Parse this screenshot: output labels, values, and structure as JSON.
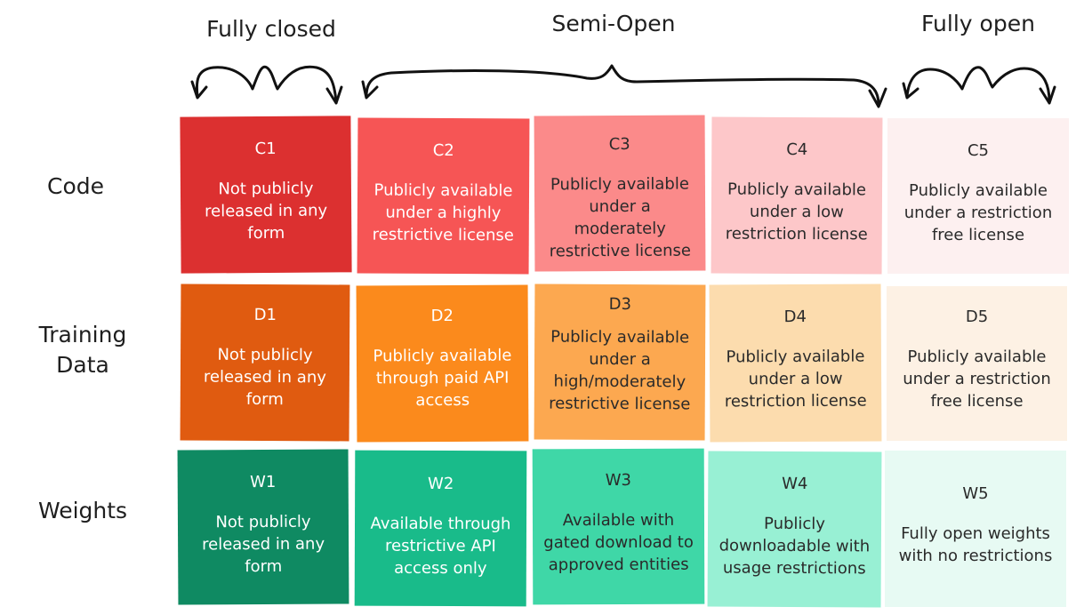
{
  "columns": {
    "fully_closed": "Fully closed",
    "semi_open": "Semi-Open",
    "fully_open": "Fully open"
  },
  "rows": {
    "code": "Code",
    "training_data": "Training Data",
    "weights": "Weights"
  },
  "cells": {
    "c1": {
      "code": "C1",
      "desc": "Not publicly released in any form",
      "color": "#dc3030"
    },
    "c2": {
      "code": "C2",
      "desc": "Publicly available under a highly restrictive license",
      "color": "#f65555"
    },
    "c3": {
      "code": "C3",
      "desc": "Publicly available under a moderately restrictive license",
      "color": "#fb8a8a"
    },
    "c4": {
      "code": "C4",
      "desc": "Publicly available under a low restriction license",
      "color": "#fdc7c9"
    },
    "c5": {
      "code": "C5",
      "desc": "Publicly available under a restriction free license",
      "color": "#fdf0f0"
    },
    "d1": {
      "code": "D1",
      "desc": "Not publicly released in any form",
      "color": "#e05b10"
    },
    "d2": {
      "code": "D2",
      "desc": "Publicly available through paid API access",
      "color": "#fb8a1c"
    },
    "d3": {
      "code": "D3",
      "desc": "Publicly available under a high/moderately restrictive license",
      "color": "#fca850"
    },
    "d4": {
      "code": "D4",
      "desc": "Publicly available under a low restriction license",
      "color": "#fcdcae"
    },
    "d5": {
      "code": "D5",
      "desc": "Publicly available under a restriction free license",
      "color": "#fdf1e4"
    },
    "w1": {
      "code": "W1",
      "desc": "Not publicly released in any form",
      "color": "#0f8a62"
    },
    "w2": {
      "code": "W2",
      "desc": "Available through restrictive API access only",
      "color": "#19bb8a"
    },
    "w3": {
      "code": "W3",
      "desc": "Available with gated download to approved entities",
      "color": "#3fd7a7"
    },
    "w4": {
      "code": "W4",
      "desc": "Publicly downloadable with usage restrictions",
      "color": "#98f0d4"
    },
    "w5": {
      "code": "W5",
      "desc": "Fully open weights with no restrictions",
      "color": "#e7faf3"
    }
  }
}
